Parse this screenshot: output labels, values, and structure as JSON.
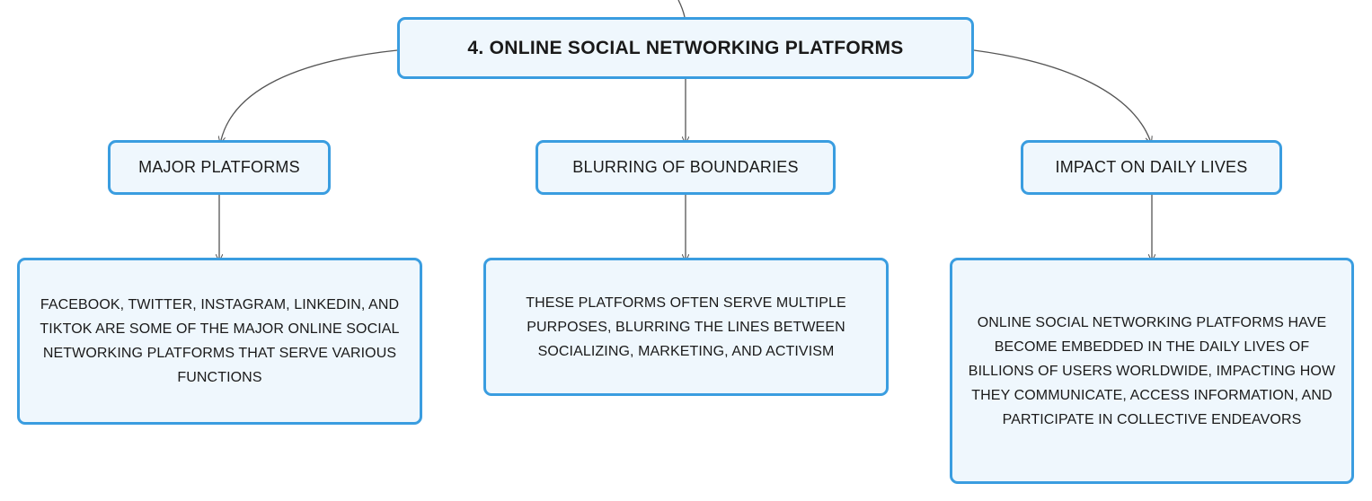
{
  "diagram": {
    "root": {
      "label": "4. ONLINE SOCIAL NETWORKING PLATFORMS"
    },
    "branches": [
      {
        "label": "MAJOR PLATFORMS",
        "detail": "FACEBOOK, TWITTER, INSTAGRAM, LINKEDIN, AND TIKTOK ARE SOME OF THE MAJOR ONLINE SOCIAL NETWORKING PLATFORMS THAT SERVE VARIOUS FUNCTIONS"
      },
      {
        "label": "BLURRING OF BOUNDARIES",
        "detail": "THESE PLATFORMS OFTEN SERVE MULTIPLE PURPOSES, BLURRING THE LINES BETWEEN SOCIALIZING, MARKETING, AND ACTIVISM"
      },
      {
        "label": "IMPACT ON DAILY LIVES",
        "detail": "ONLINE SOCIAL NETWORKING PLATFORMS HAVE BECOME EMBEDDED IN THE DAILY LIVES OF BILLIONS OF USERS WORLDWIDE, IMPACTING HOW THEY COMMUNICATE, ACCESS INFORMATION, AND PARTICIPATE IN COLLECTIVE ENDEAVORS"
      }
    ],
    "colors": {
      "node_border": "#3a9de0",
      "node_fill": "#eff7fd",
      "connector": "#555555",
      "text": "#1a1a1a"
    }
  }
}
